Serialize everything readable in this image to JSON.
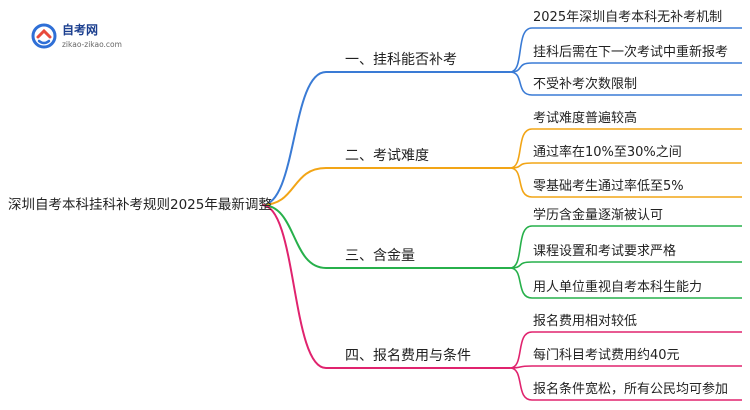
{
  "logo": {
    "name": "自考网",
    "url_text": "zikao-zikao.com",
    "colors": {
      "primary": "#2f6fd6",
      "accent": "#e84a3c"
    }
  },
  "root": {
    "label": "深圳自考本科挂科补考规则2025年最新调整"
  },
  "branches": [
    {
      "label": "一、挂科能否补考",
      "color": "#3a7bd5",
      "leaves": [
        "2025年深圳自考本科无补考机制",
        "挂科后需在下一次考试中重新报考",
        "不受补考次数限制"
      ]
    },
    {
      "label": "二、考试难度",
      "color": "#f2a516",
      "leaves": [
        "考试难度普遍较高",
        "通过率在10%至30%之间",
        "零基础考生通过率低至5%"
      ]
    },
    {
      "label": "三、含金量",
      "color": "#27b04b",
      "leaves": [
        "学历含金量逐渐被认可",
        "课程设置和考试要求严格",
        "用人单位重视自考本科生能力"
      ]
    },
    {
      "label": "四、报名费用与条件",
      "color": "#e0236e",
      "leaves": [
        "报名费用相对较低",
        "每门科目考试费用约40元",
        "报名条件宽松，所有公民均可参加"
      ]
    }
  ]
}
